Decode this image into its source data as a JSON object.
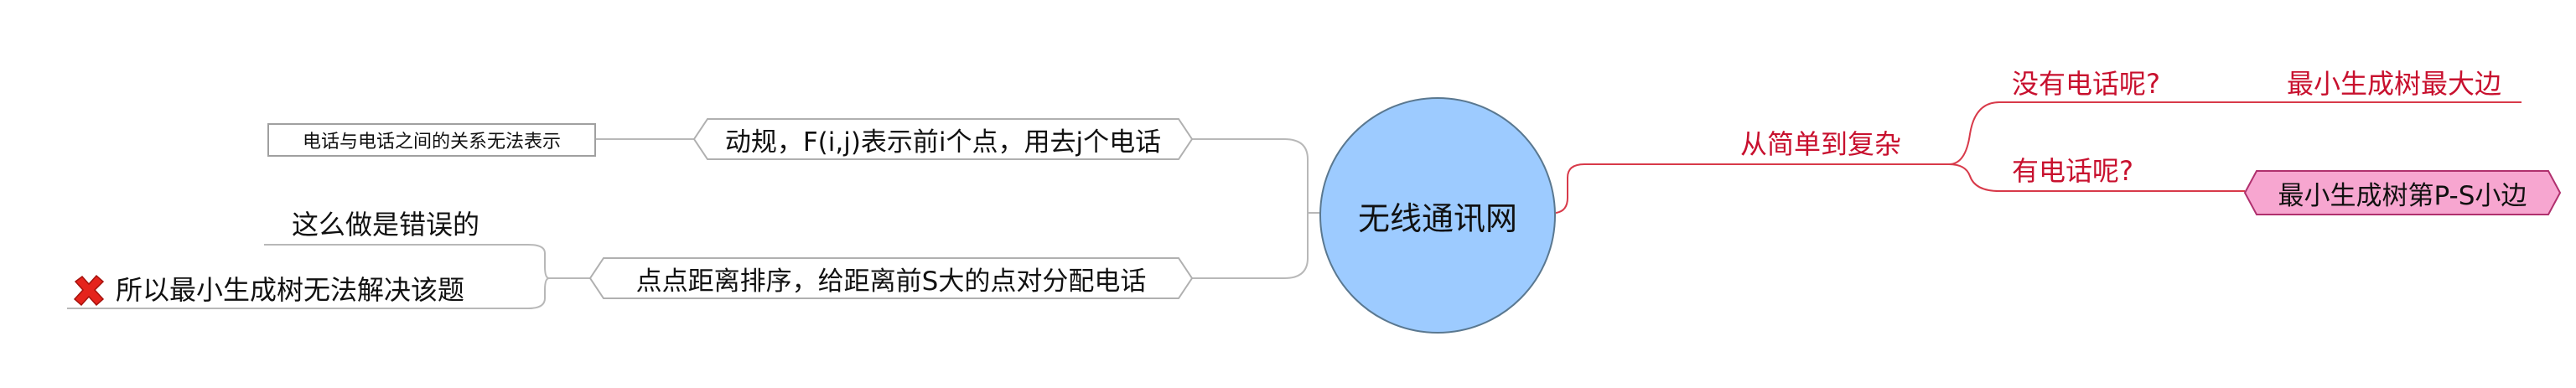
{
  "center": {
    "label": "无线通讯网"
  },
  "right": {
    "branch": "从简单到复杂",
    "q1": "没有电话呢?",
    "a1": "最小生成树最大边",
    "q2": "有电话呢?",
    "a2": "最小生成树第P-S小边"
  },
  "left": {
    "method1": "动规，F(i,j)表示前i个点，用去j个电话",
    "method1_note": "电话与电话之间的关系无法表示",
    "method2": "点点距离排序，给距离前S大的点对分配电话",
    "method2_note1": "这么做是错误的",
    "method2_note2": "所以最小生成树无法解决该题",
    "wrong_icon": "cross-mark-icon"
  },
  "colors": {
    "center_fill": "#9dcbff",
    "right_text": "#c8102e",
    "highlight_fill": "#f7a6d0",
    "edge_gray": "#b8b8b8",
    "cross_red": "#e5231c"
  }
}
